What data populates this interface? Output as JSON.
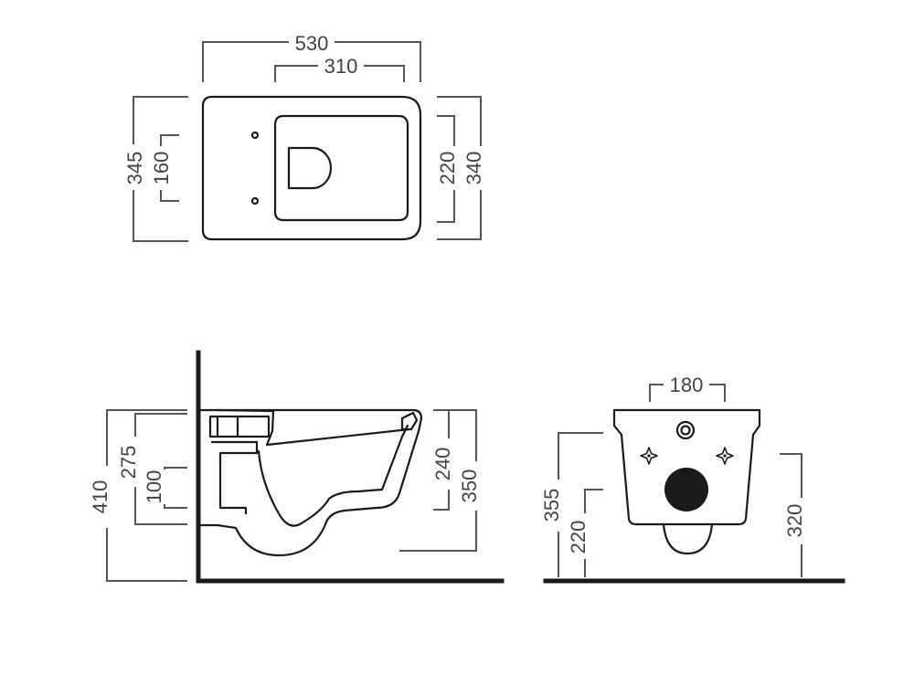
{
  "dimensions": {
    "top_view": {
      "overall_length": "530",
      "bowl_length": "310",
      "overall_width": "345",
      "fixing_spacing": "160",
      "bowl_width": "220",
      "rim_width": "340"
    },
    "side_view": {
      "overall_height": "410",
      "outlet_height": "275",
      "inlet_height": "100",
      "rim_height": "240",
      "total_height": "350"
    },
    "rear_view": {
      "fixing_spacing": "180",
      "overall_height": "355",
      "outlet_height": "220",
      "rim_height": "320"
    }
  },
  "colors": {
    "outline": "#1a1a1a",
    "dimension_line": "#555555",
    "label": "#444444",
    "background": "#ffffff"
  }
}
